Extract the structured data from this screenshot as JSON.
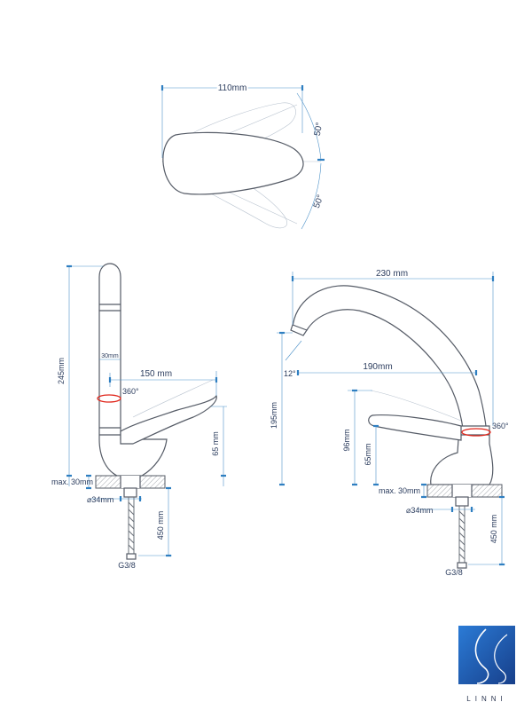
{
  "top_view": {
    "width_label": "110mm",
    "angle_upper_label": "50°",
    "angle_lower_label": "50°"
  },
  "side_view": {
    "height_label": "245mm",
    "inner_width_label": "30mm",
    "handle_label": "150 mm",
    "rotation_label": "360°",
    "base_height_label": "65 mm",
    "max_thickness_label": "max. 30mm",
    "hole_label": "⌀34mm",
    "hose_label": "450 mm",
    "thread_label": "G3/8"
  },
  "front_view": {
    "width_label": "230 mm",
    "tilt_label": "12°",
    "reach_label": "190mm",
    "height_label": "195mm",
    "handle_height_label": "96mm",
    "base_height_label": "65mm",
    "rotation_label": "360°",
    "max_thickness_label": "max. 30mm",
    "hole_label": "⌀34mm",
    "hose_label": "450 mm",
    "thread_label": "G3/8"
  },
  "brand": {
    "name": "LINNI",
    "logo_color": "#1f5fb4"
  },
  "colors": {
    "dimension_line": "#4f93c9",
    "rotation_marker": "#e0261b"
  }
}
